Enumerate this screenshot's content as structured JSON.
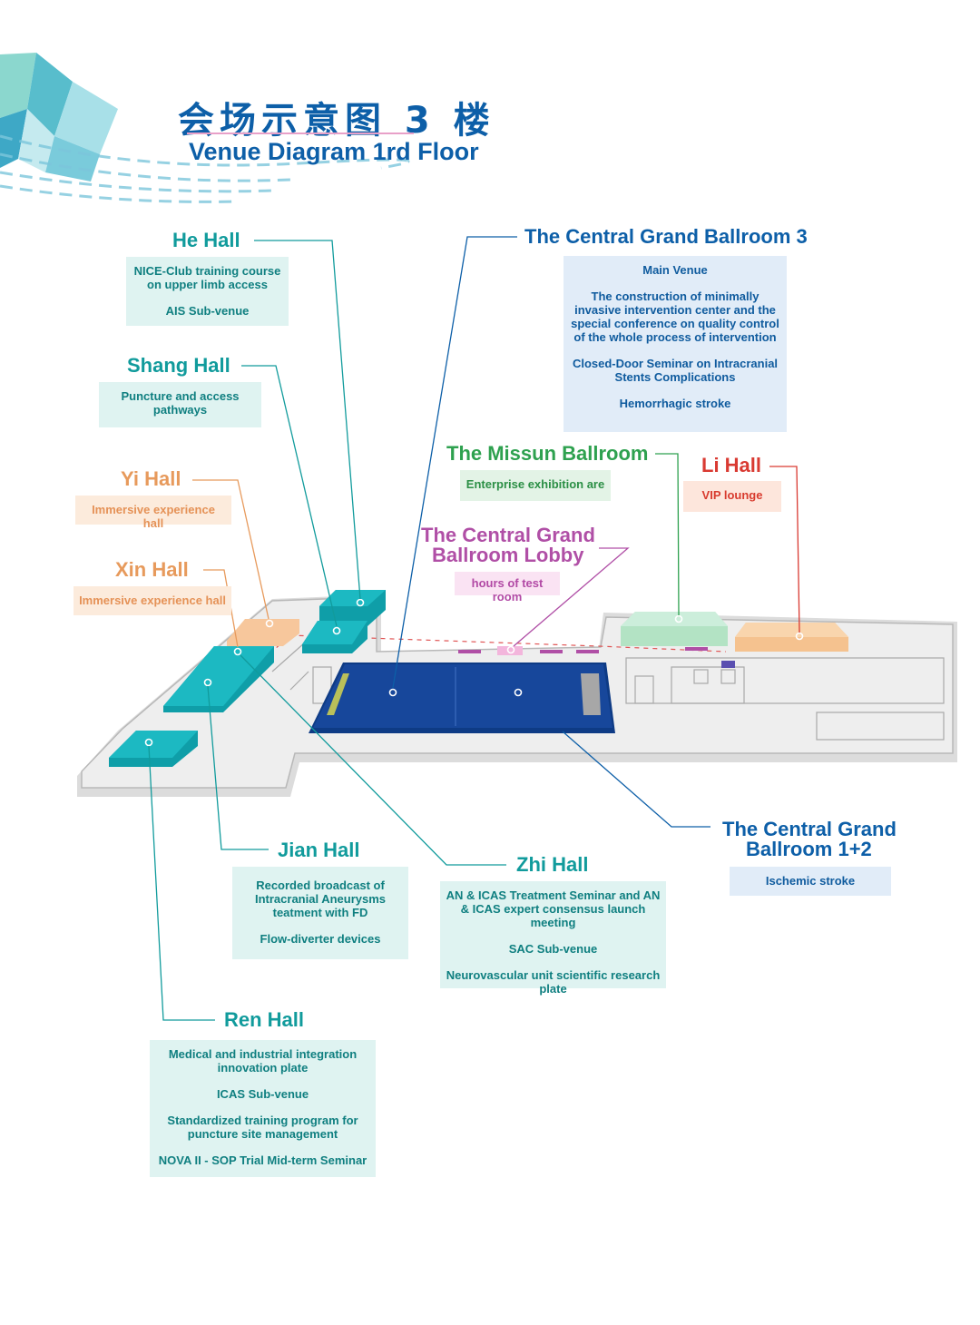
{
  "header": {
    "title_cn": "会场示意图 3 楼",
    "title_en": "Venue Diagram 1rd Floor"
  },
  "colors": {
    "teal": "#119b9c",
    "orange": "#e79a5c",
    "green": "#2ea14f",
    "red": "#d93a32",
    "blue": "#0d5fa8",
    "purple": "#b04fa6",
    "ballroom_fill": "#17479b",
    "floor_gray": "#e4e4e4"
  },
  "halls": {
    "he": {
      "name": "He Hall",
      "items": [
        "NICE-Club  training course on upper limb access",
        "AIS Sub-venue"
      ]
    },
    "shang": {
      "name": "Shang Hall",
      "items": [
        "Puncture and access pathways"
      ]
    },
    "yi": {
      "name": "Yi Hall",
      "items": [
        "Immersive experience hall"
      ]
    },
    "xin": {
      "name": "Xin Hall",
      "items": [
        "Immersive experience hall"
      ]
    },
    "cgb3": {
      "name": "The Central Grand Ballroom 3",
      "items": [
        "Main Venue",
        "The construction of minimally invasive intervention center and the special conference on quality control of the whole process of intervention",
        "Closed-Door Seminar on Intracranial Stents Complications",
        "Hemorrhagic stroke"
      ]
    },
    "missun": {
      "name": "The Missun Ballroom",
      "items": [
        "Enterprise exhibition are"
      ]
    },
    "li": {
      "name": "Li Hall",
      "items": [
        "VIP lounge"
      ]
    },
    "lobby": {
      "name_line1": "The Central Grand",
      "name_line2": "Ballroom Lobby",
      "items": [
        "hours of test room"
      ]
    },
    "cgb12": {
      "name_line1": "The Central Grand",
      "name_line2": "Ballroom 1+2",
      "items": [
        "Ischemic stroke"
      ]
    },
    "jian": {
      "name": "Jian Hall",
      "items": [
        "Recorded broadcast of Intracranial Aneurysms teatment with FD",
        "Flow-diverter devices"
      ]
    },
    "zhi": {
      "name": "Zhi Hall",
      "items": [
        "AN & ICAS Treatment Seminar and AN & ICAS expert consensus launch meeting",
        "SAC Sub-venue",
        "Neurovascular unit scientific research plate"
      ]
    },
    "ren": {
      "name": "Ren Hall",
      "items": [
        "Medical and industrial integration innovation plate",
        "ICAS Sub-venue",
        "Standardized training program for puncture site management",
        "NOVA II - SOP Trial Mid-term Seminar"
      ]
    }
  }
}
